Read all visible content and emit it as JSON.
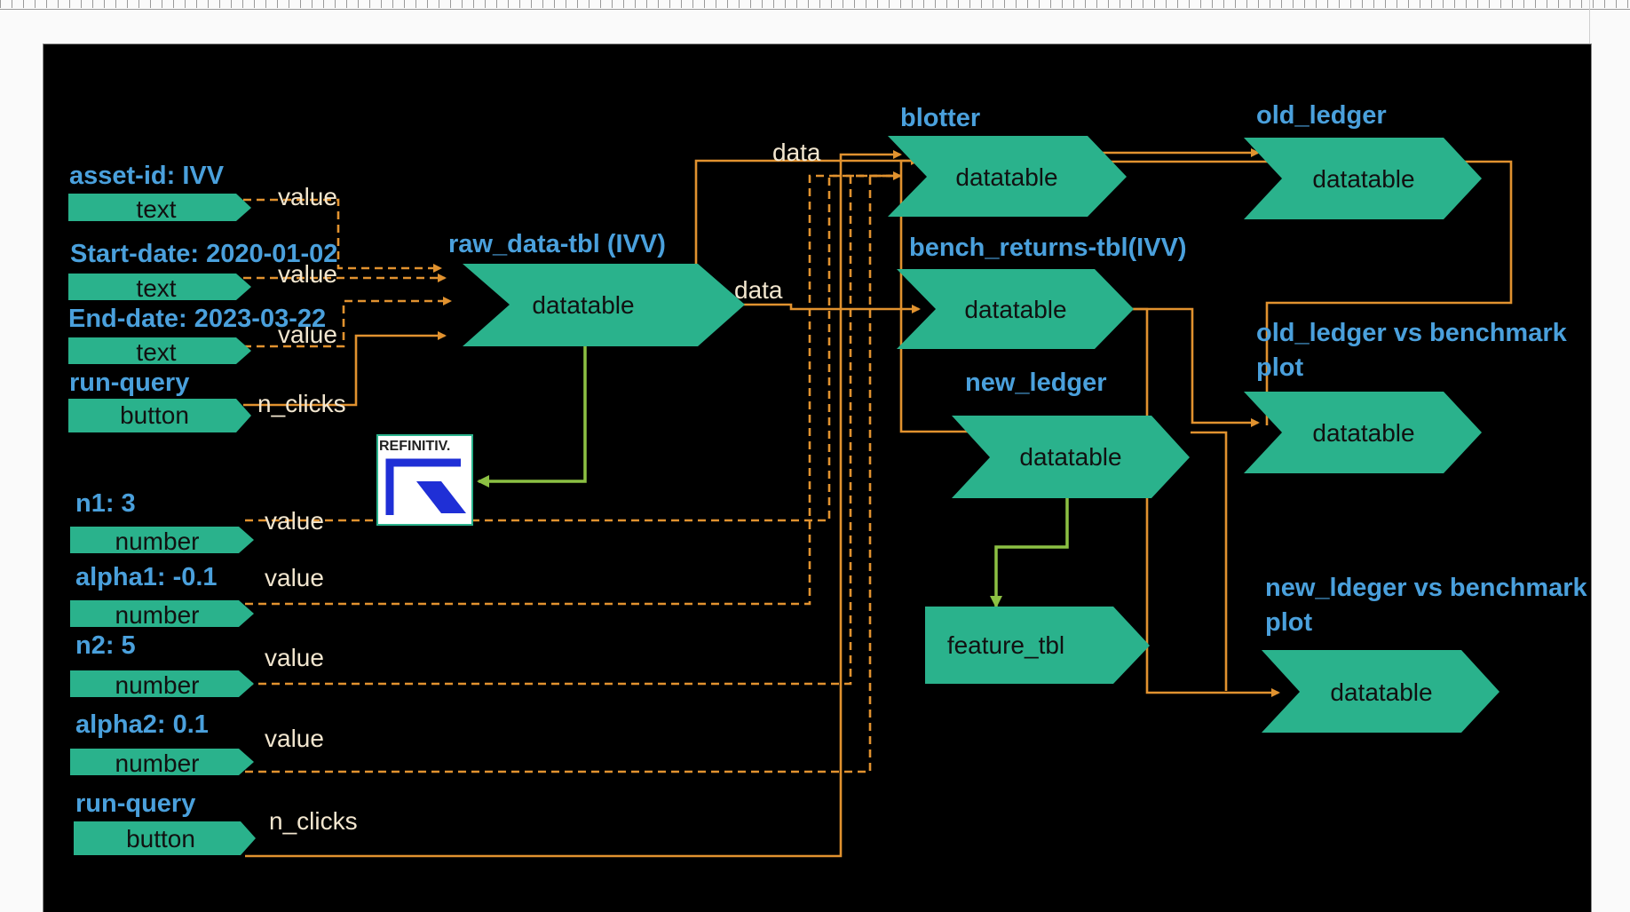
{
  "inputs": {
    "asset_id": {
      "title": "asset-id: IVV",
      "type": "text",
      "edge": "value"
    },
    "start_date": {
      "title": "Start-date: 2020-01-02",
      "type": "text",
      "edge": "value"
    },
    "end_date": {
      "title": "End-date: 2023-03-22",
      "type": "text",
      "edge": "value"
    },
    "run_query_1": {
      "title": "run-query",
      "type": "button",
      "edge": "n_clicks"
    },
    "n1": {
      "title": "n1: 3",
      "type": "number",
      "edge": "value"
    },
    "alpha1": {
      "title": "alpha1: -0.1",
      "type": "number",
      "edge": "value"
    },
    "n2": {
      "title": "n2: 5",
      "type": "number",
      "edge": "value"
    },
    "alpha2": {
      "title": "alpha2: 0.1",
      "type": "number",
      "edge": "value"
    },
    "run_query_2": {
      "title": "run-query",
      "type": "button",
      "edge": "n_clicks"
    }
  },
  "nodes": {
    "raw_data": {
      "title": "raw_data-tbl (IVV)",
      "type": "datatable"
    },
    "blotter": {
      "title": "blotter",
      "type": "datatable"
    },
    "bench_returns": {
      "title": "bench_returns-tbl(IVV)",
      "type": "datatable"
    },
    "new_ledger": {
      "title": "new_ledger",
      "type": "datatable"
    },
    "old_ledger": {
      "title": "old_ledger",
      "type": "datatable"
    },
    "old_vs_bench": {
      "title_line1": "old_ledger vs benchmark",
      "title_line2": "plot",
      "type": "datatable"
    },
    "new_vs_bench": {
      "title_line1": "new_ldeger vs benchmark",
      "title_line2": "plot",
      "type": "datatable"
    },
    "feature_tbl": {
      "label": "feature_tbl"
    }
  },
  "edges": {
    "data_top": "data",
    "data_mid": "data"
  },
  "logo": {
    "text": "REFINITIV."
  },
  "colors": {
    "background": "#000000",
    "shape_fill": "#2ab28c",
    "title_text": "#4aa0dc",
    "edge": "#e1922f",
    "bidirectional_edge": "#8cc043",
    "logo_mark": "#1f2fd6"
  }
}
